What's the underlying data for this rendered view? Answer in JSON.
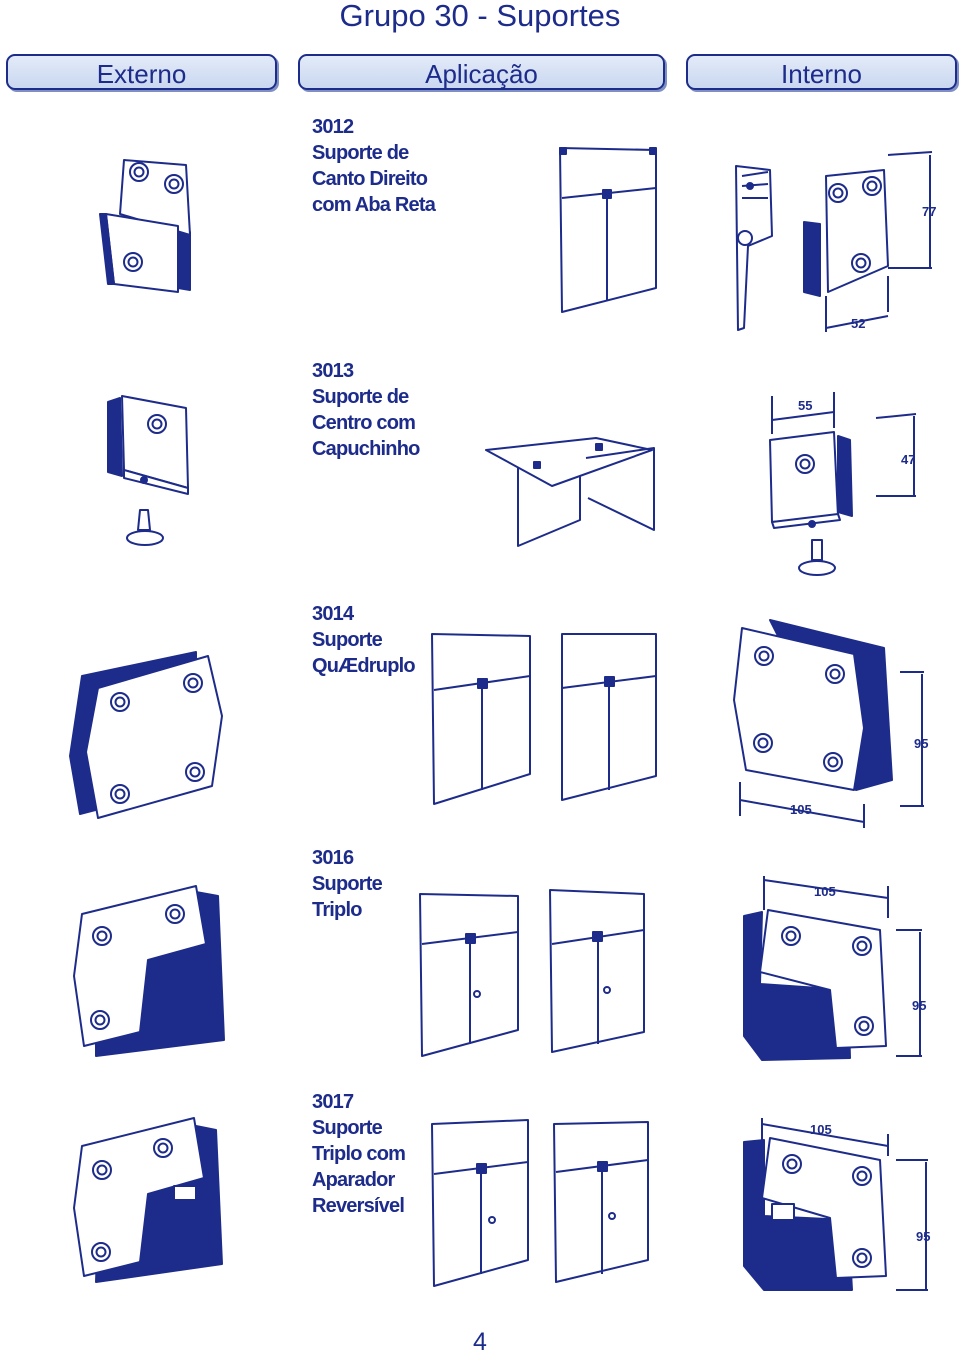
{
  "page_title": "Grupo 30 - Suportes",
  "tabs": {
    "external": "Externo",
    "application": "Aplicação",
    "internal": "Interno"
  },
  "products": [
    {
      "code": "3012",
      "lines": [
        "Suporte de",
        "Canto Direito",
        "com Aba Reta"
      ],
      "dims": [
        "77",
        "52"
      ]
    },
    {
      "code": "3013",
      "lines": [
        "Suporte de",
        "Centro com",
        "Capuchinho"
      ],
      "dims": [
        "55",
        "47"
      ]
    },
    {
      "code": "3014",
      "lines": [
        "Suporte",
        "QuÆdruplo"
      ],
      "dims": [
        "95",
        "105"
      ]
    },
    {
      "code": "3016",
      "lines": [
        "Suporte",
        "Triplo"
      ],
      "dims": [
        "105",
        "95"
      ]
    },
    {
      "code": "3017",
      "lines": [
        "Suporte",
        "Triplo com",
        "Aparador",
        "Reversível"
      ],
      "dims": [
        "105",
        "95"
      ]
    }
  ],
  "page_number": "4",
  "colors": {
    "ink": "#1d2c8a",
    "tab_fill": "#d4e0f4"
  }
}
